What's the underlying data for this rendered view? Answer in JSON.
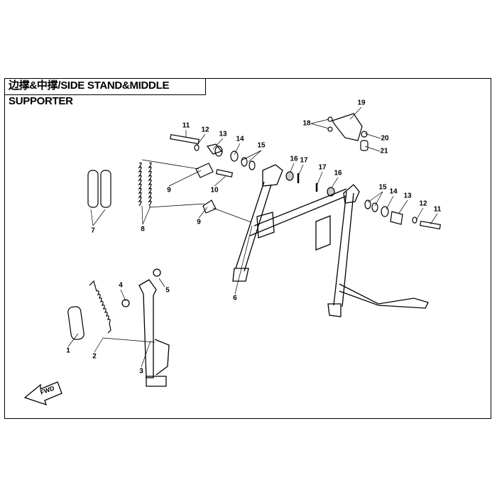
{
  "title": "边撑&中撑/SIDE STAND&MIDDLE SUPPORTER",
  "fwd_label": "FWD",
  "callouts": {
    "c1": "1",
    "c2": "2",
    "c3": "3",
    "c4": "4",
    "c5": "5",
    "c6": "6",
    "c7": "7",
    "c8": "8",
    "c9a": "9",
    "c9b": "9",
    "c10": "10",
    "c11a": "11",
    "c11b": "11",
    "c12a": "12",
    "c12b": "12",
    "c13a": "13",
    "c13b": "13",
    "c14a": "14",
    "c14b": "14",
    "c15a": "15",
    "c15b": "15",
    "c16a": "16",
    "c16b": "16",
    "c17a": "17",
    "c17b": "17",
    "c18": "18",
    "c19": "19",
    "c20": "20",
    "c21": "21"
  }
}
